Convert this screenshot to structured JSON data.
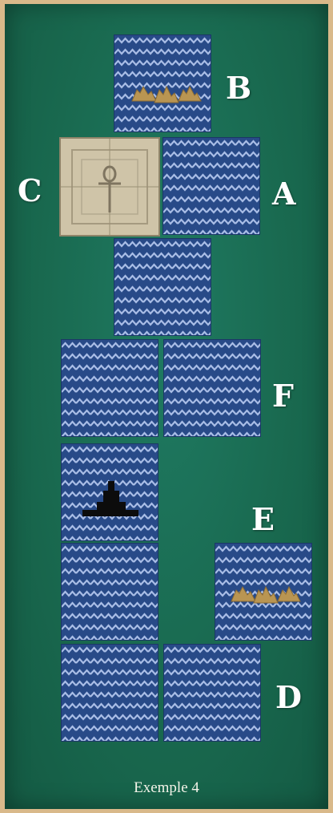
{
  "labels": {
    "b": "B",
    "c": "C",
    "a": "A",
    "f": "F",
    "e": "E",
    "d": "D"
  },
  "caption": "Exemple 4",
  "icons": {
    "ankh": "ankh-icon",
    "pyramid": "pyramid-icon",
    "camel_caravan": "camel-caravan-icon"
  },
  "colors": {
    "board": "#1a6b52",
    "frame": "#d9b98a",
    "water": "#284a88",
    "wave": "#a9bde6",
    "stone": "#cfc4a8",
    "letters": "#ffffff"
  }
}
